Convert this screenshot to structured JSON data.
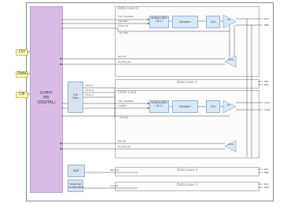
{
  "ppi": {
    "line1": "D-PHY",
    "line2": "PPI",
    "line3": "(DIGITAL)"
  },
  "external": {
    "ctrl": "Ctrl",
    "data": "Data",
    "clk": "Clk"
  },
  "lanes": {
    "data_lane_0": "Data Lane 0",
    "data_lane_1": "Data Lane 1",
    "clock_lane": "Clock Lane",
    "data_lane_2": "Data Lane 2",
    "data_lane_3": "Data Lane 3"
  },
  "blocks": {
    "lane0_serializer": "SERIALIZER",
    "lane0_serializer_sub": "/ 8:1 /",
    "lane0_sampler": "Sampler",
    "lane0_ctrl": "Ctrl",
    "lane0_drv": "HS",
    "lane0_lp_rx": "LP Rx",
    "clk_serializer": "SERIALIZER",
    "clk_serializer_sub": "/ 8:1 /",
    "clk_sampler": "Sampler",
    "clk_ctrl": "Ctrl",
    "clk_drv": "HS",
    "clk_lp_rx": "LP Rx",
    "clk_gen_line1": "Clk",
    "clk_gen_line2": "Gen",
    "bist": "BIST",
    "cal_line1": "Internal",
    "cal_line2": "Calibration"
  },
  "signals": {
    "lane0_in1": "TxD_TxDataEsc",
    "lane0_in2": "TxDataHS",
    "lane0_in3": "TxCLK_HS",
    "lane0_lp_ctrl": "LP_CTRL",
    "lane0_out1": "RxD_RX",
    "lane0_out2": "LP_DATA_RX",
    "clkgen_out1": "TXCLK_P",
    "clkgen_out2": "TXCLK_N",
    "clkgen_out3": "TXCLK_E",
    "clk_in1": "TxD_TxDataEsc",
    "clk_in2": "TxClkHS",
    "clk_lp_ctrl": "LP_CTRL",
    "clk_out1": "RxD_RX",
    "clk_out2": "LP_DATA_RX",
    "bist_sig": "BIST_EN",
    "cal_sig": "CAL_EN"
  },
  "outputs": {
    "lane0_p": "DP0",
    "lane0_n": "DN0",
    "lane1_p": "DP1",
    "lane1_n": "DN1",
    "clk_p": "CLKP",
    "clk_n": "CLKN",
    "lane2_p": "DP2",
    "lane2_n": "DN2",
    "lane3_p": "DP3",
    "lane3_n": "DN3"
  },
  "colors": {
    "ppi_fill": "#d9bde7",
    "block_fill": "#d8e9f8",
    "external_fill": "#fffbb2",
    "wire": "#444444"
  }
}
